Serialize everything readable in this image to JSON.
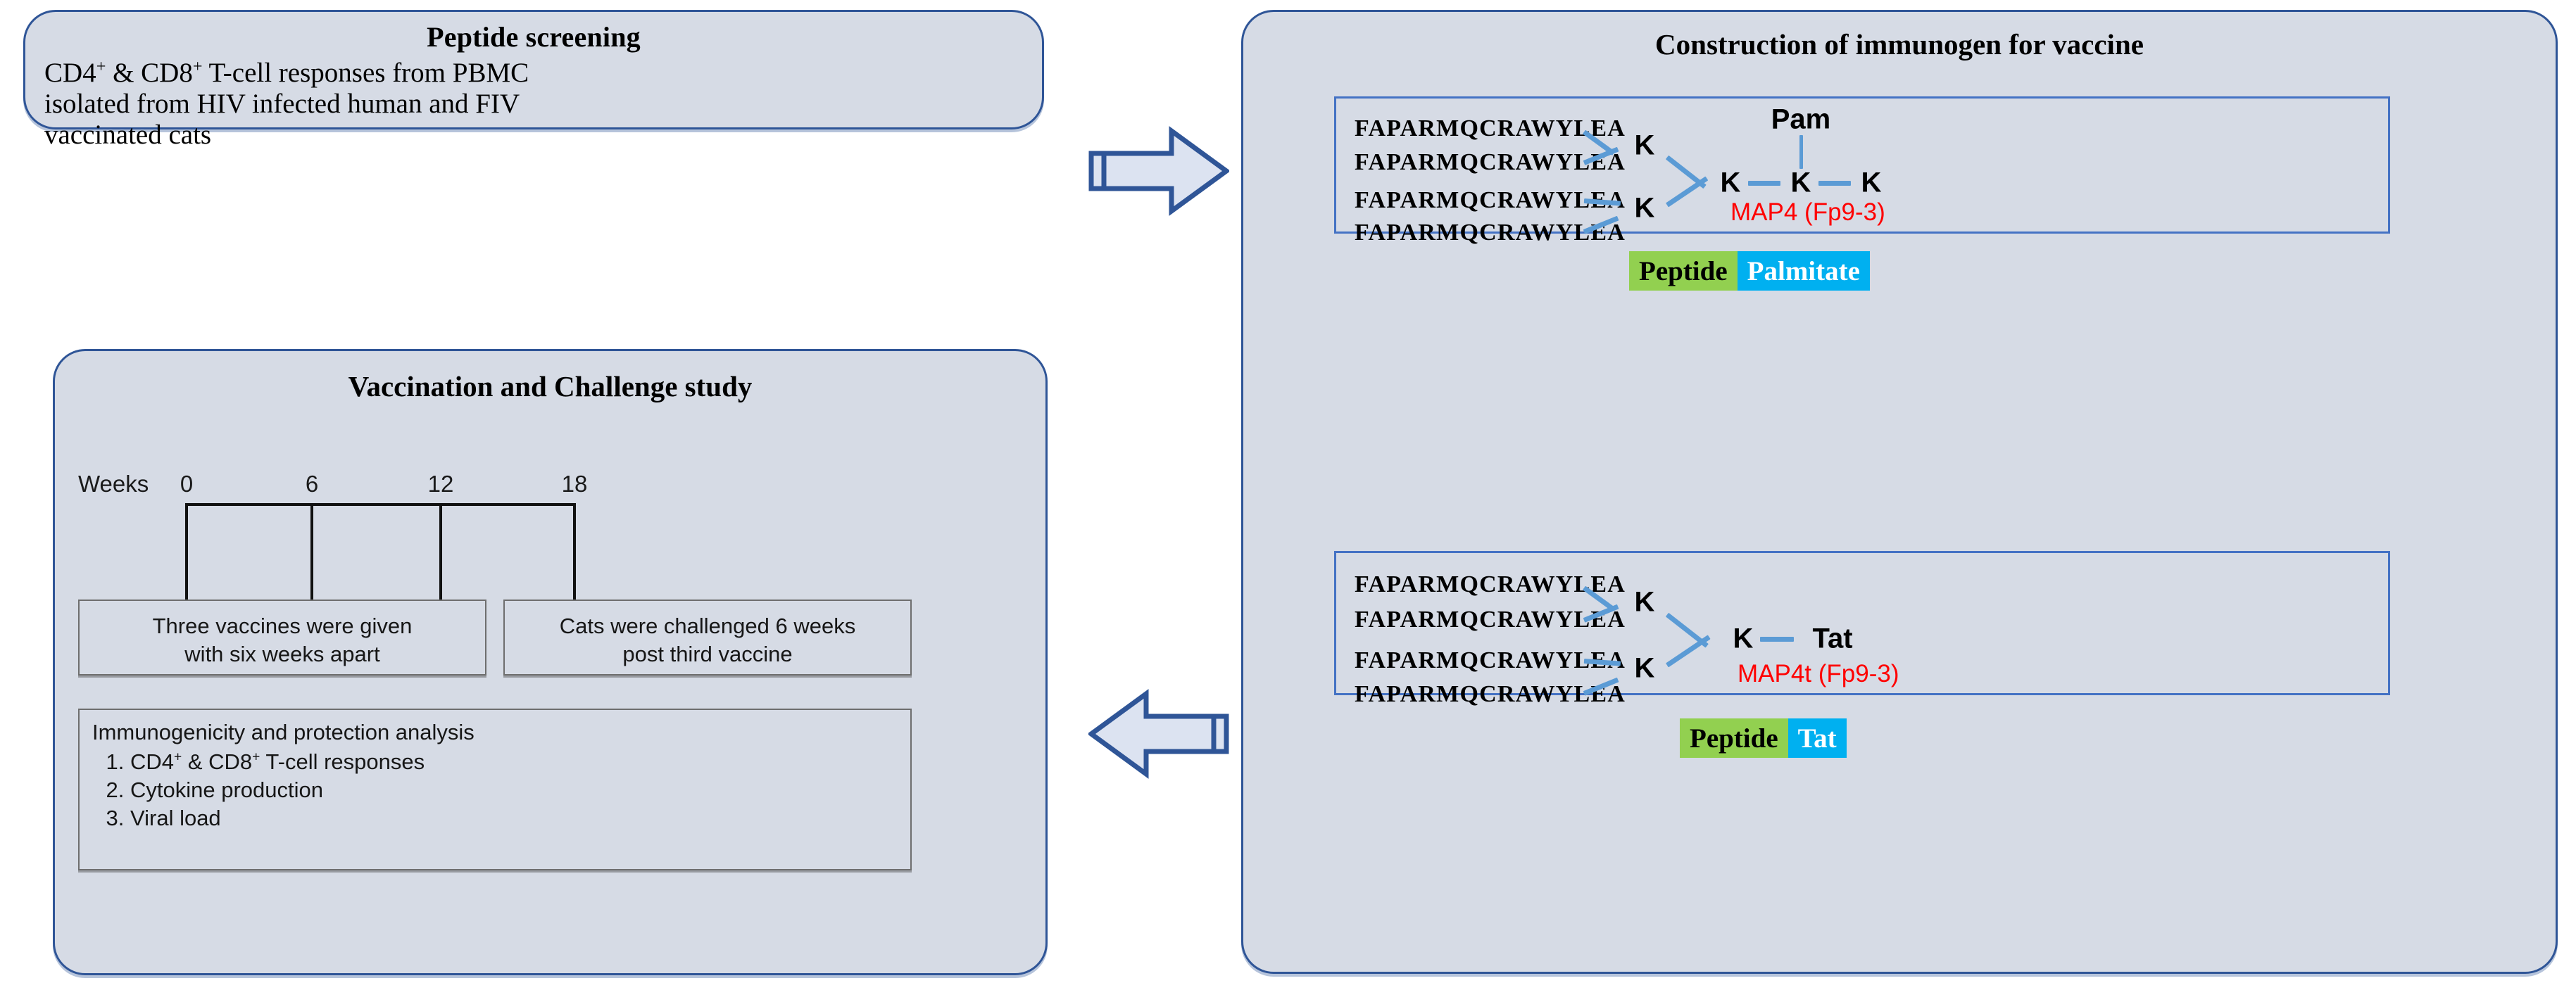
{
  "figure": {
    "title": "FIV/HIV peptide vaccine study workflow"
  },
  "screening": {
    "title": "Peptide screening",
    "line1_a": "CD4",
    "line1_sup1": "+",
    "line1_b": " & CD8",
    "line1_sup2": "+",
    "line1_c": " T-cell responses from PBMC",
    "line2": "isolated from HIV infected human and FIV",
    "line3": "vaccinated cats"
  },
  "study": {
    "title": "Vaccination and Challenge study",
    "weeks_label": "Weeks",
    "ticks": [
      "0",
      "6",
      "12",
      "18"
    ],
    "vaccine_box": {
      "line1": "Three vaccines were given",
      "line2": "with six weeks apart"
    },
    "challenge_box": {
      "line1": "Cats were challenged 6 weeks",
      "line2": "post third vaccine"
    },
    "analysis_box": {
      "header": "Immunogenicity and protection analysis",
      "items": [
        {
          "num": "1.",
          "a": "CD4",
          "sup1": "+",
          "b": " & CD8",
          "sup2": "+",
          "c": " T-cell responses"
        },
        {
          "num": "2.",
          "a": "Cytokine production",
          "sup1": "",
          "b": "",
          "sup2": "",
          "c": ""
        },
        {
          "num": "3.",
          "a": "Viral load",
          "sup1": "",
          "b": "",
          "sup2": "",
          "c": ""
        }
      ]
    }
  },
  "construct": {
    "title": "Construction of immunogen for vaccine",
    "peptide_sequence": "FAPARMQCRAWYLEA",
    "map4": {
      "label": "MAP4 (Fp9-3)",
      "peptides": [
        "FAPARMQCRAWYLEA",
        "FAPARMQCRAWYLEA",
        "FAPARMQCRAWYLEA",
        "FAPARMQCRAWYLEA"
      ],
      "branch_upper": "K",
      "branch_lower": "K",
      "core": "K",
      "core2": "K",
      "core3": "K",
      "modifier": "Pam",
      "dash1": "–",
      "dash2": "–"
    },
    "map4t": {
      "label": "MAP4t (Fp9-3)",
      "peptides": [
        "FAPARMQCRAWYLEA",
        "FAPARMQCRAWYLEA",
        "FAPARMQCRAWYLEA",
        "FAPARMQCRAWYLEA"
      ],
      "branch_upper": "K",
      "branch_lower": "K",
      "core": "K",
      "modifier": "Tat",
      "dash1": "–"
    },
    "legend_top": {
      "peptide": "Peptide",
      "modifier": "Palmitate"
    },
    "legend_bottom": {
      "peptide": "Peptide",
      "modifier": "Tat"
    }
  },
  "colors": {
    "panel_fill": "#d6dbe5",
    "panel_border": "#2f5597",
    "construct_border": "#4472c4",
    "bond": "#5b9bd5",
    "label_red": "#ff0000",
    "chip_green": "#92d050",
    "chip_cyan": "#00b0f0"
  }
}
